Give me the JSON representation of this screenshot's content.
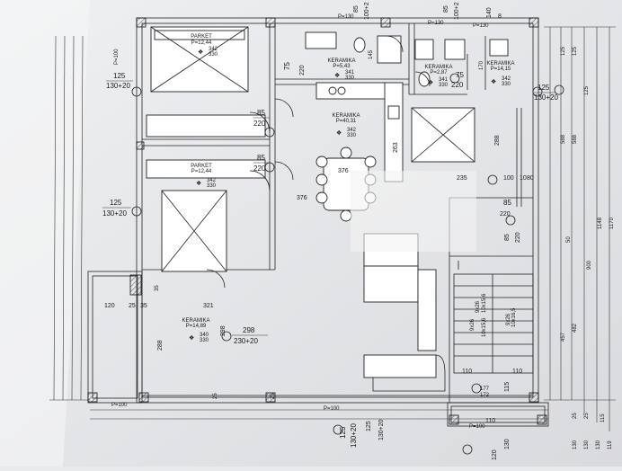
{
  "rooms": [
    {
      "floor": "PARKET",
      "area": "P=12,44",
      "height_a": "342",
      "height_b": "330"
    },
    {
      "floor": "PARKET",
      "area": "P=12,44",
      "height_a": "342",
      "height_b": "330"
    },
    {
      "floor": "KERAMIKA",
      "area": "P=5,43",
      "height_a": "341",
      "height_b": "330"
    },
    {
      "floor": "KERAMIKA",
      "area": "P=2,87",
      "height_a": "341",
      "height_b": "330"
    },
    {
      "floor": "KERAMIKA",
      "area": "P=14,15",
      "height_a": "342",
      "height_b": "330"
    },
    {
      "floor": "KERAMIKA",
      "area": "P=40,31",
      "height_a": "342",
      "height_b": "330"
    },
    {
      "floor": "KERAMIKA",
      "area": "P=14,89",
      "height_a": "340",
      "height_b": "330"
    }
  ],
  "openings": [
    {
      "width": "125",
      "sill": "130+20"
    },
    {
      "width": "125",
      "sill": "130+20"
    },
    {
      "width": "125",
      "sill": "130+20"
    },
    {
      "width": "298",
      "sill": "230+20"
    },
    {
      "width": "125",
      "sill": "130+20"
    }
  ],
  "doors": [
    {
      "width": "85",
      "height": "220"
    },
    {
      "width": "85",
      "height": "220"
    },
    {
      "width": "75",
      "height": "220"
    },
    {
      "width": "75",
      "height": "220"
    },
    {
      "width": "85",
      "height": "220"
    },
    {
      "width": "85",
      "height": "220"
    }
  ],
  "dimensions": {
    "top": [
      "P=130",
      "85",
      "100+2",
      "P=130",
      "85",
      "100+2",
      "140",
      "P=130",
      "P=100",
      "8"
    ],
    "interior": [
      "376",
      "376",
      "263",
      "235",
      "288",
      "170",
      "145",
      "321",
      "288",
      "298",
      "35",
      "120",
      "25",
      "35",
      "25",
      "25",
      "100",
      "10",
      "80",
      "110",
      "110",
      "115",
      "177",
      "172",
      "110"
    ],
    "right": [
      "588",
      "588",
      "457",
      "482",
      "50",
      "900",
      "1148",
      "1170",
      "125",
      "125",
      "125",
      "25",
      "25",
      "130",
      "130",
      "130",
      "119",
      "115"
    ],
    "bottom": [
      "P=100",
      "P=100",
      "P=100",
      "125",
      "130+20",
      "120",
      "130"
    ],
    "stairs": [
      "9x26",
      "9x26",
      "10x15,6",
      "9x26",
      "10x16,5",
      "10x15,6"
    ]
  }
}
